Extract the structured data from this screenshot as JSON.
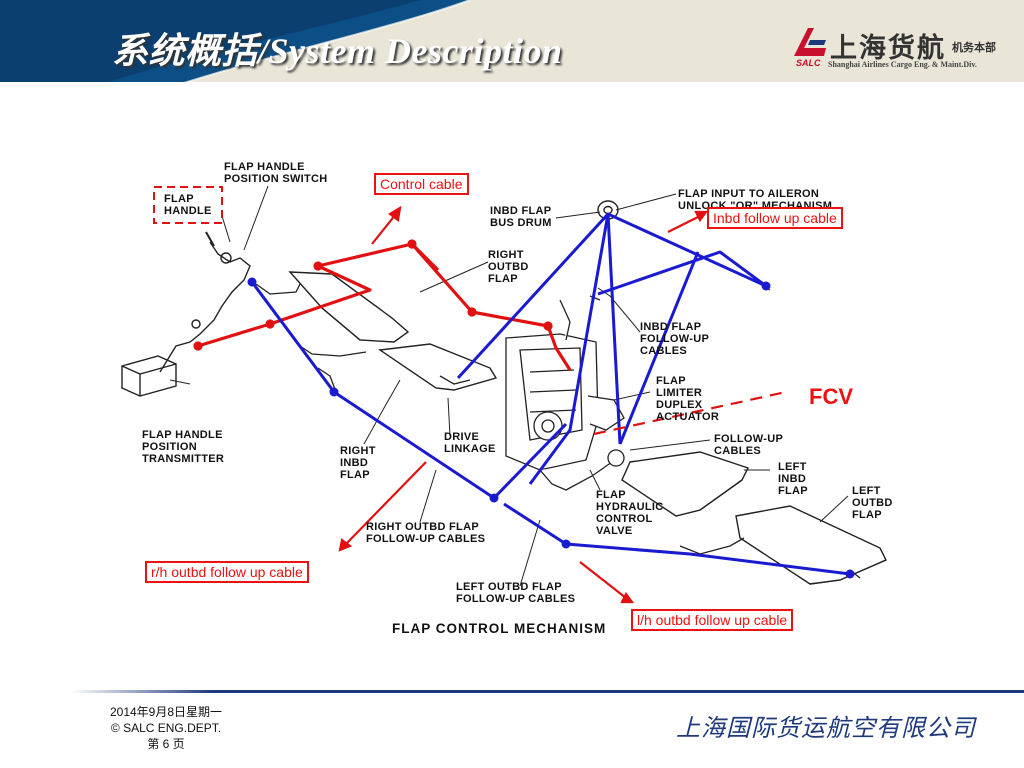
{
  "header": {
    "title": "系统概括/System Description",
    "logo": {
      "name_cn": "上海货航",
      "dept_cn": "机务本部",
      "abbr": "SALC",
      "subtitle": "Shanghai Airlines Cargo Eng. & Maint.Div."
    }
  },
  "diagram": {
    "title": "FLAP CONTROL MECHANISM",
    "labels": {
      "flap_handle_position_switch": [
        "FLAP HANDLE",
        "POSITION SWITCH"
      ],
      "flap_handle": [
        "FLAP",
        "HANDLE"
      ],
      "inbd_flap_bus_drum": [
        "INBD FLAP",
        "BUS DRUM"
      ],
      "flap_input_to_aileron": [
        "FLAP INPUT TO AILERON",
        "UNLOCK \"OR\" MECHANISM"
      ],
      "right_outbd_flap": [
        "RIGHT",
        "OUTBD",
        "FLAP"
      ],
      "inbd_flap_follow_up_cables": [
        "INBD FLAP",
        "FOLLOW-UP",
        "CABLES"
      ],
      "flap_limiter_duplex_actuator": [
        "FLAP",
        "LIMITER",
        "DUPLEX",
        "ACTUATOR"
      ],
      "follow_up_cables": [
        "FOLLOW-UP",
        "CABLES"
      ],
      "left_inbd_flap": [
        "LEFT",
        "INBD",
        "FLAP"
      ],
      "left_outbd_flap": [
        "LEFT",
        "OUTBD",
        "FLAP"
      ],
      "flap_handle_position_transmitter": [
        "FLAP HANDLE",
        "POSITION",
        "TRANSMITTER"
      ],
      "right_inbd_flap": [
        "RIGHT",
        "INBD",
        "FLAP"
      ],
      "drive_linkage": [
        "DRIVE",
        "LINKAGE"
      ],
      "flap_hydraulic_control_valve": [
        "FLAP",
        "HYDRAULIC",
        "CONTROL",
        "VALVE"
      ],
      "right_outbd_flap_follow_up_cables": [
        "RIGHT OUTBD FLAP",
        "FOLLOW-UP CABLES"
      ],
      "left_outbd_flap_follow_up_cables": [
        "LEFT OUTBD FLAP",
        "FOLLOW-UP CABLES"
      ]
    },
    "callouts": {
      "control_cable": "Control cable",
      "inbd_follow_up_cable": "Inbd follow up cable",
      "fcv": "FCV",
      "rh_outbd_follow_up_cable": "r/h outbd follow up cable",
      "lh_outbd_follow_up_cable": "l/h outbd follow up cable"
    },
    "colors": {
      "control_cable": "#e11111",
      "follow_up_cable": "#1a1ad0",
      "callout": "#e11111"
    }
  },
  "footer": {
    "date": "2014年9月8日星期一",
    "copyright": "© SALC ENG.DEPT.",
    "page": "第 6 页",
    "company": "上海国际货运航空有限公司"
  }
}
